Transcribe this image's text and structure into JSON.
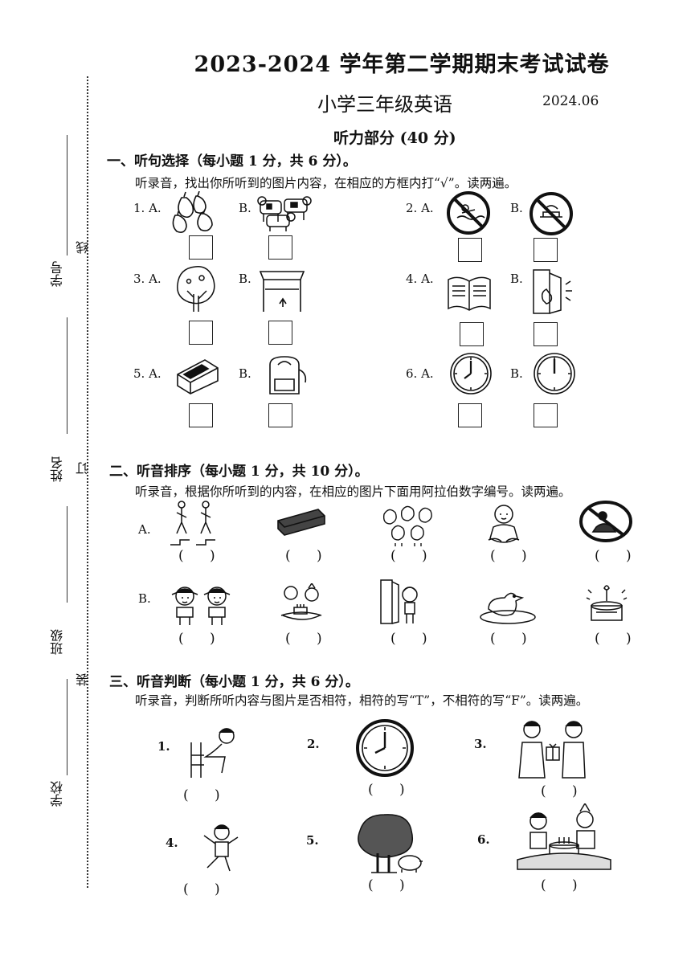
{
  "header": {
    "title": "2023-2024 学年第二学期期末考试试卷",
    "subtitle": "小学三年级英语",
    "date": "2024.06",
    "part": "听力部分 (40 分)"
  },
  "sidebar": {
    "fields": [
      "学号",
      "姓名",
      "班级",
      "学校"
    ],
    "binding_marks": [
      "线",
      "订",
      "装"
    ]
  },
  "section1": {
    "heading": "一、听句选择（每小题 1 分，共 6 分）。",
    "instruction": "听录音，找出你所听到的图片内容，在相应的方框内打“√”。读两遍。",
    "items": [
      {
        "num": "1. A.",
        "b": "B."
      },
      {
        "num": "2. A.",
        "b": "B."
      },
      {
        "num": "3. A.",
        "b": "B."
      },
      {
        "num": "4. A.",
        "b": "B."
      },
      {
        "num": "5. A.",
        "b": "B."
      },
      {
        "num": "6. A.",
        "b": "B."
      }
    ]
  },
  "section2": {
    "heading": "二、听音排序（每小题 1 分，共 10 分）。",
    "instruction": "听录音，根据你所听到的内容，在相应的图片下面用阿拉伯数字编号。读两遍。",
    "row_a": "A.",
    "row_b": "B.",
    "paren": "(      )"
  },
  "section3": {
    "heading": "三、听音判断（每小题 1 分，共 6 分）。",
    "instruction": "听录音，判断所听内容与图片是否相符，相符的写“T”，不相符的写“F”。读两遍。",
    "numbers": [
      "1.",
      "2.",
      "3.",
      "4.",
      "5.",
      "6."
    ],
    "paren": "(      )"
  }
}
